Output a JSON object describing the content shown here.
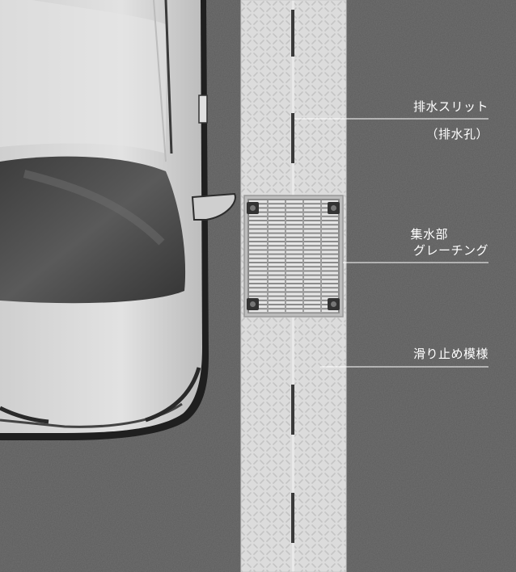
{
  "labels": {
    "drain_slit": "排水スリット",
    "drain_hole": "（排水孔）",
    "collector_line1": "集水部",
    "collector_line2": "グレーチング",
    "anti_slip": "滑り止め模様"
  },
  "colors": {
    "asphalt": "#5b5b5b",
    "concrete": "#dcdcdc",
    "grating": "#c8c8c8",
    "car_body": "#d6d6d6",
    "glass": "#4a4a4a",
    "label_text": "#ffffff"
  }
}
